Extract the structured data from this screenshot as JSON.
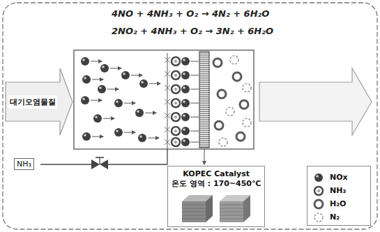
{
  "diagram": {
    "nodes": [
      {
        "text": [
          "대기오염물질"
        ]
      },
      {
        "text": [
          "KOPEC Catalyst",
          "온도 영역 : 170~450℃"
        ]
      }
    ],
    "labels": [
      "4NO + 4NH₃ + O₂ → 4N₂ + 6H₂O",
      "2NO₂ + 4NH₃ + O₂ → 3N₂ + 6H₂O",
      "NH₃"
    ],
    "legend": [
      {
        "text": "NOx"
      },
      {
        "text": "NH₃"
      },
      {
        "text": "H₂O"
      },
      {
        "text": "N₂"
      }
    ]
  }
}
